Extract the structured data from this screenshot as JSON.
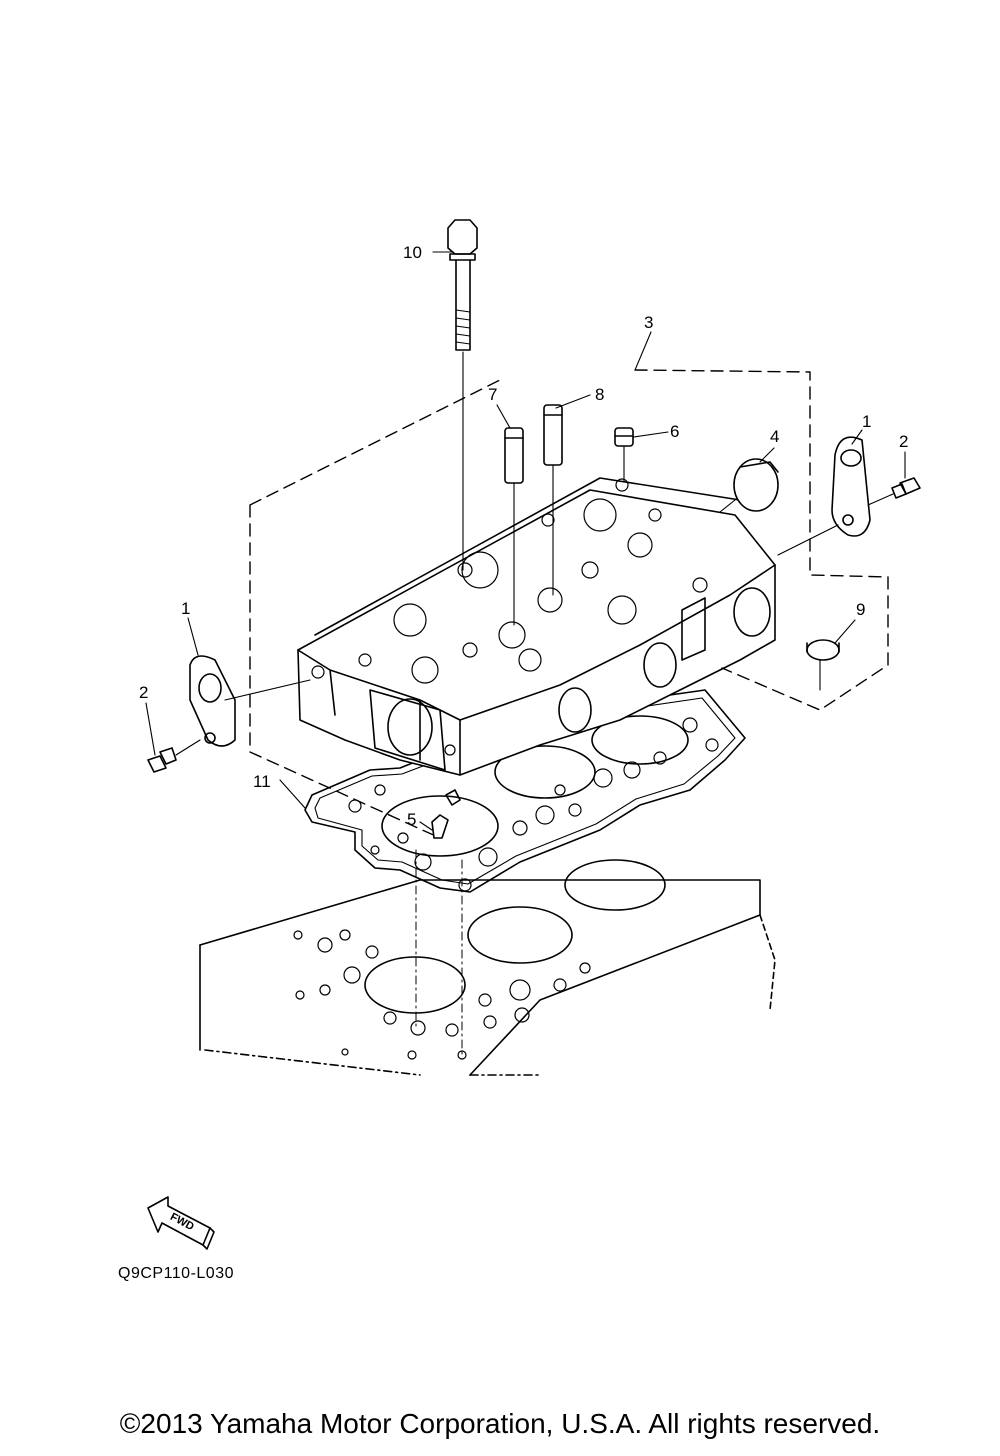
{
  "callouts": [
    {
      "id": "c1-right",
      "text": "1"
    },
    {
      "id": "c2-right",
      "text": "2"
    },
    {
      "id": "c1-left",
      "text": "1"
    },
    {
      "id": "c2-left",
      "text": "2"
    },
    {
      "id": "c3",
      "text": "3"
    },
    {
      "id": "c4",
      "text": "4"
    },
    {
      "id": "c5",
      "text": "5"
    },
    {
      "id": "c6",
      "text": "6"
    },
    {
      "id": "c7",
      "text": "7"
    },
    {
      "id": "c8",
      "text": "8"
    },
    {
      "id": "c9",
      "text": "9"
    },
    {
      "id": "c10",
      "text": "10"
    },
    {
      "id": "c11",
      "text": "11"
    }
  ],
  "fwd_label": "FWD",
  "diagram_code": "Q9CP110-L030",
  "copyright": "©2013 Yamaha Motor Corporation, U.S.A. All rights reserved."
}
